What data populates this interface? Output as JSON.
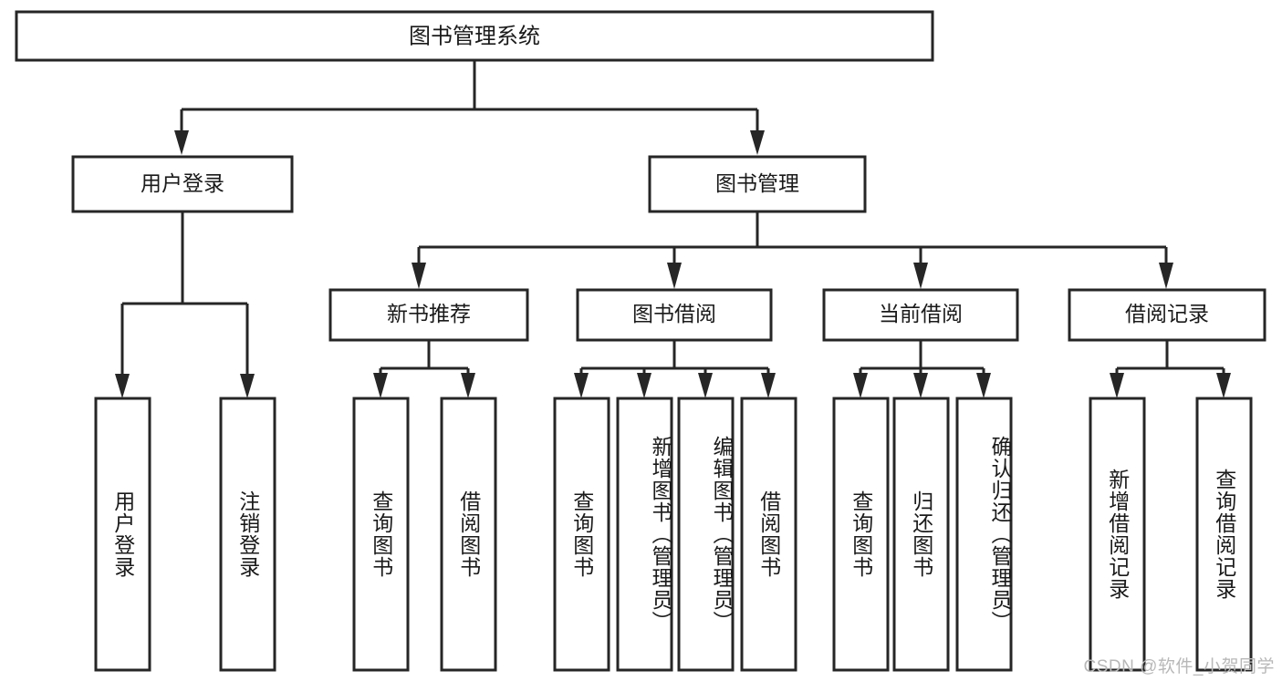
{
  "diagram": {
    "type": "tree-hierarchy-flowchart",
    "title_node": {
      "id": "root",
      "label": "图书管理系统"
    },
    "levels": {
      "level1": [
        {
          "id": "user-login",
          "label": "用户登录"
        },
        {
          "id": "book-management",
          "label": "图书管理"
        }
      ],
      "level2": [
        {
          "id": "new-book-recommend",
          "label": "新书推荐",
          "parent": "book-management"
        },
        {
          "id": "book-borrow",
          "label": "图书借阅",
          "parent": "book-management"
        },
        {
          "id": "current-borrow",
          "label": "当前借阅",
          "parent": "book-management"
        },
        {
          "id": "borrow-record",
          "label": "借阅记录",
          "parent": "book-management"
        }
      ],
      "level3": [
        {
          "id": "leaf-user-login",
          "label": "用户登录",
          "parent": "user-login"
        },
        {
          "id": "leaf-logout",
          "label": "注销登录",
          "parent": "user-login"
        },
        {
          "id": "leaf-query-book-1",
          "label": "查询图书",
          "parent": "new-book-recommend"
        },
        {
          "id": "leaf-borrow-book-1",
          "label": "借阅图书",
          "parent": "new-book-recommend"
        },
        {
          "id": "leaf-query-book-2",
          "label": "查询图书",
          "parent": "book-borrow"
        },
        {
          "id": "leaf-add-book",
          "label": "新增图书（管理员）",
          "parent": "book-borrow"
        },
        {
          "id": "leaf-edit-book",
          "label": "编辑图书（管理员）",
          "parent": "book-borrow"
        },
        {
          "id": "leaf-borrow-book-2",
          "label": "借阅图书",
          "parent": "book-borrow"
        },
        {
          "id": "leaf-query-book-3",
          "label": "查询图书",
          "parent": "current-borrow"
        },
        {
          "id": "leaf-return-book",
          "label": "归还图书",
          "parent": "current-borrow"
        },
        {
          "id": "leaf-confirm-return",
          "label": "确认归还（管理员）",
          "parent": "current-borrow"
        },
        {
          "id": "leaf-add-record",
          "label": "新增借阅记录",
          "parent": "borrow-record"
        },
        {
          "id": "leaf-query-record",
          "label": "查询借阅记录",
          "parent": "borrow-record"
        }
      ]
    },
    "colors": {
      "stroke": "#262626",
      "box_fill": "#ffffff",
      "text": "#1a1a1a",
      "background": "#ffffff",
      "watermark": "#b8b8b8"
    }
  },
  "watermark": {
    "text": "CSDN @软件_小贺同学"
  }
}
